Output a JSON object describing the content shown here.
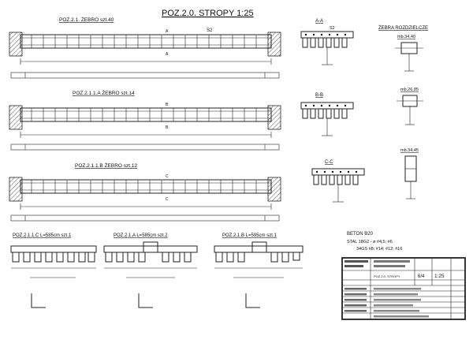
{
  "sheet": {
    "title": "POZ.2.0. STROPY 1:25"
  },
  "beams": [
    {
      "label": "POZ.2.1. ŻEBRO szt.40",
      "section_mark": "A",
      "bar_label": "S2"
    },
    {
      "label": "POZ.2.1.1.A ŻEBRO szt.14",
      "section_mark": "B",
      "bar_label": ""
    },
    {
      "label": "POZ.2.1.1.B ŻEBRO szt.12",
      "section_mark": "C",
      "bar_label": ""
    }
  ],
  "sections": [
    {
      "label": "A-A",
      "bar_label": "S2"
    },
    {
      "label": "B-B",
      "bar_label": ""
    },
    {
      "label": "C-C",
      "bar_label": ""
    }
  ],
  "spacers": {
    "title": "ŻEBRA ROZDZIELCZE",
    "items": [
      "mb.34,40",
      "mb.26,85",
      "mb.34,45"
    ]
  },
  "slabs": [
    {
      "label": "POZ.2.1.1.C L=585cm szt.1"
    },
    {
      "label": "POZ.2.1.A L=585cm szt.2"
    },
    {
      "label": "POZ.2.1.B L=595cm szt.1"
    }
  ],
  "notes": {
    "concrete": "BETON B20",
    "steel": "STAL 18G2 - ø #4,5; #6",
    "steel2": "34GS #8; #14; #12; #16"
  },
  "title_block": {
    "scale": "1:25",
    "sheet_no": "6/4",
    "drawing_name": "POZ.2.0. STROPY"
  }
}
